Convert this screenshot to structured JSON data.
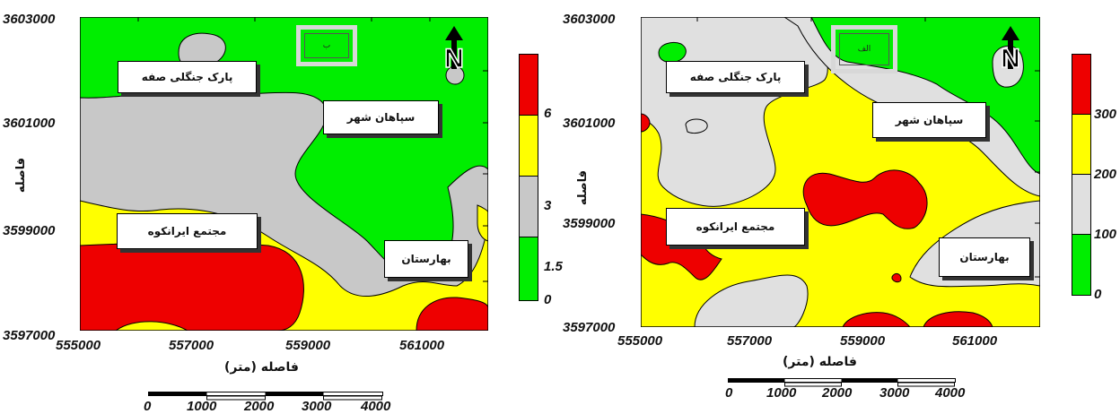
{
  "colors": {
    "red": "#ee0000",
    "yellow": "#ffff00",
    "gray_left": "#c8c8c8",
    "gray_right": "#e0e0e0",
    "green": "#00ee00"
  },
  "left_map": {
    "inset_label": "ب",
    "y_axis_title": "فاصله",
    "x_axis_title": "فاصله (متر)",
    "y_ticks": [
      "3603000",
      "3601000",
      "3599000",
      "3597000"
    ],
    "x_ticks": [
      "555000",
      "557000",
      "559000",
      "561000"
    ],
    "places": [
      "پارک جنگلی صفه",
      "سپاهان شهر",
      "مجتمع ایرانکوه",
      "بهارستان"
    ],
    "legend_ticks": [
      "6",
      "3",
      "1.5",
      "0"
    ],
    "scale_ticks": [
      "0",
      "1000",
      "2000",
      "3000",
      "4000"
    ],
    "north_symbol": "N"
  },
  "right_map": {
    "inset_label": "الف",
    "y_axis_title": "فاصله",
    "x_axis_title": "فاصله (متر)",
    "y_ticks": [
      "3603000",
      "3601000",
      "3599000",
      "3597000"
    ],
    "x_ticks": [
      "555000",
      "557000",
      "559000",
      "561000"
    ],
    "places": [
      "پارک جنگلی صفه",
      "سپاهان شهر",
      "مجتمع ایرانکوه",
      "بهارستان"
    ],
    "legend_ticks": [
      "300",
      "200",
      "100",
      "0"
    ],
    "scale_ticks": [
      "0",
      "1000",
      "2000",
      "3000",
      "4000"
    ],
    "north_symbol": "N"
  }
}
